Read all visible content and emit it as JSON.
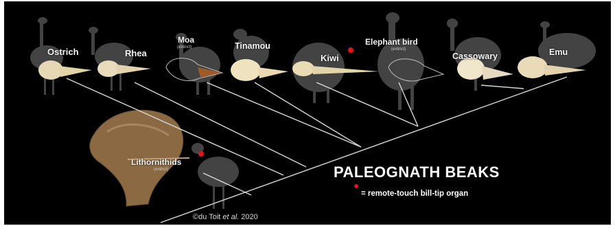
{
  "figure": {
    "title": "PALEOGNATH BEAKS",
    "legend_text": "= remote-touch bill-tip organ",
    "credit_prefix": "©du Toit ",
    "credit_etal": "et al.",
    "credit_year": " 2020",
    "colors": {
      "background": "#000000",
      "bill_tip_organ": "#e0141c",
      "lines": "#d9d9d9"
    }
  },
  "taxa": [
    {
      "name": "Ostrich"
    },
    {
      "name": "Rhea"
    },
    {
      "name": "Moa",
      "note": "(extinct)"
    },
    {
      "name": "Tinamou"
    },
    {
      "name": "Kiwi",
      "bill_tip_organ": true
    },
    {
      "name": "Elephant bird",
      "note": "(extinct)"
    },
    {
      "name": "Cassowary"
    },
    {
      "name": "Emu"
    },
    {
      "name": "Lithornithids",
      "note": "(extinct)",
      "bill_tip_organ": true
    }
  ]
}
